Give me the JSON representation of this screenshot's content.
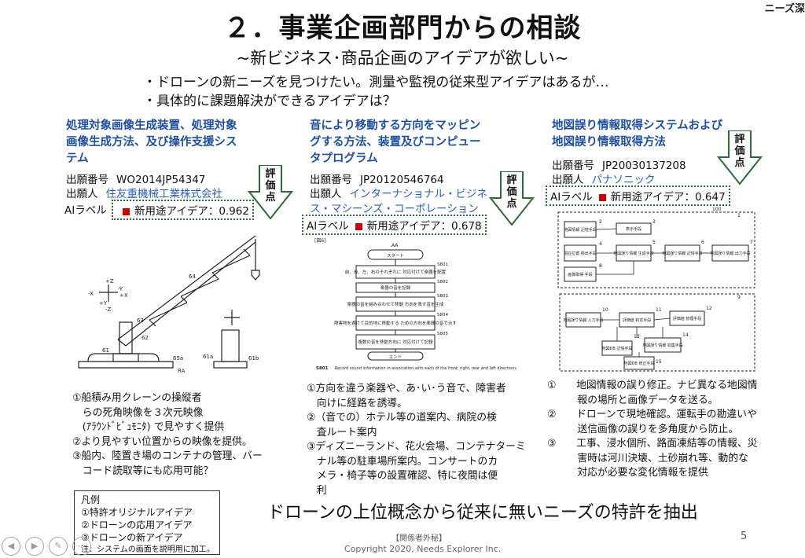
{
  "header": {
    "title": "２．事業企画部門からの相談",
    "corner": "ニーズ深",
    "subtitle": "~新ビジネス･商品企画のアイデアが欲しい~",
    "bullets": [
      "・ドローンの新ニーズを見つけたい。測量や監視の従来型アイデアはあるが…",
      "・具体的に課題解決ができるアイデアは？"
    ]
  },
  "patents": [
    {
      "title_lines": [
        "処理対象画像生成装置、処理対象",
        "画像生成方法、及び操作支援シス",
        "テム"
      ],
      "number_label": "出願番号",
      "number": "WO2014JP54347",
      "assignee_label": "出願人",
      "assignee_lines": [
        "住友重機械工業株式会社"
      ],
      "ai_label": "AIラベル",
      "ai_text": "新用途アイデア：0.962",
      "badge": [
        "評",
        "価",
        "点"
      ],
      "desc": [
        "①船積み用クレーンの操縦者",
        "　らの死角映像を３次元映像",
        "　(ｱﾗｳﾝﾄﾞﾋﾞｭﾓﾆﾀ) で見やすく提供",
        "②より見やすい位置からの映像を提供。",
        "③船内、陸置き場のコンテナの管理、バー",
        "　コード読取等にも応用可能？"
      ]
    },
    {
      "title_lines": [
        "音により移動する方向をマッピン",
        "グする方法、装置及びコンピュー",
        "タプログラム"
      ],
      "number_label": "出願番号",
      "number": "JP20120546764",
      "assignee_label": "出願人",
      "assignee_lines": [
        "インターナショナル・ビジネ",
        "ス・マシーンズ・コーポレーション"
      ],
      "ai_label": "AIラベル",
      "ai_text": "新用途アイデア：0.678",
      "badge": [
        "評",
        "価",
        "点"
      ],
      "desc": [
        "①方向を違う楽器や、あ･い･う音で、障害者",
        "　向けに経路を誘導。",
        "②（音での）ホテル等の道案内、病院の検",
        "　査ルート案内",
        "③ディズニーランド、花火会場、コンテナターミ",
        "　ナル等の駐車場所案内。コンサートのカ",
        "　メラ・椅子等の設置確認、特に夜間は便",
        "　利"
      ]
    },
    {
      "title_lines": [
        "地図誤り情報取得システムおよび",
        "地図誤り情報取得方法"
      ],
      "number_label": "出願番号",
      "number": "JP20030137208",
      "assignee_label": "出願人",
      "assignee_lines": [
        "パナソニック"
      ],
      "ai_label": "AIラベル",
      "ai_text": "新用途アイデア：0.647",
      "badge": [
        "評",
        "価",
        "点"
      ],
      "desc": [
        "①　　地図情報の誤り修正。ナビ異なる地図情",
        "　　　報の場所と画像データを送る。",
        "②　　ドローンで現地確認。運転手の勘違いや",
        "　　　送信画像の誤りを多角度から防止。",
        "③　　工事、浸水個所、路面凍結等の情報、災",
        "　　　害時は河川決壊、土砂崩れ等、動的な",
        "　　　対応が必要な変化情報を提供"
      ]
    }
  ],
  "figures": {
    "fig1": {
      "labels": [
        "+Z",
        "-Y",
        "+X",
        "-X",
        "+Y",
        "-Z",
        "64",
        "63",
        "62",
        "61",
        "65a",
        "61a",
        "61b",
        "RA"
      ]
    },
    "fig2": {
      "header": "[図6]",
      "id": "AA",
      "start": "スタート",
      "steps": [
        "前、後、左、右のそれぞれに\n対応付けて楽器を配置",
        "楽器の音を記録",
        "楽器の音を組み合わせて移動\n方向を表す音を生成",
        "障害物を避けて目的地に移動する\nための方向を楽器の音で示す",
        "複数の音を移動方向に\n対応付けて記録"
      ],
      "step_ids": [
        "S801",
        "S802",
        "S803",
        "S804",
        "S805"
      ],
      "end": "エンド",
      "caption_id": "S801",
      "caption": "Record sound information in association with each of the front, right, rear and left directions"
    },
    "fig3": {
      "top_label": "100",
      "boxes_top": [
        "地図情報\n記憶手段",
        "表示手段",
        "現在位置\n検出手段",
        "地図誤り情報\n生成手段",
        "地図誤り情報\n記憶手段",
        "地図誤り情報\n出力手段",
        "画像取得\n手段"
      ],
      "boxes_bottom": [
        "地図誤り情報\n入力手段",
        "評価値\n判定手段",
        "評価値\n管理手段",
        "地図DB\n記憶手段",
        "地図誤り情報\n収集手段",
        "地図DB\n修正手段"
      ],
      "num_labels": [
        "1",
        "2",
        "3",
        "4",
        "5",
        "6",
        "7",
        "8",
        "9",
        "10",
        "11",
        "12",
        "13",
        "14",
        "15"
      ]
    }
  },
  "legend": {
    "title": "凡例",
    "items": [
      "①特許オリジナルアイデア",
      "②ドローンの応用アイデア",
      "③ドローンの新アイデア"
    ],
    "note": "注：システムの画面を説明用に加工。"
  },
  "banner": "ドローンの上位概念から従来に無いニーズの特許を抽出",
  "confidential": "【関係者外秘】",
  "copyright": "Copyright 2020, Needs Explorer Inc.",
  "page_number": "5",
  "controls": [
    "◀",
    "▶",
    "✎",
    "⋯"
  ]
}
